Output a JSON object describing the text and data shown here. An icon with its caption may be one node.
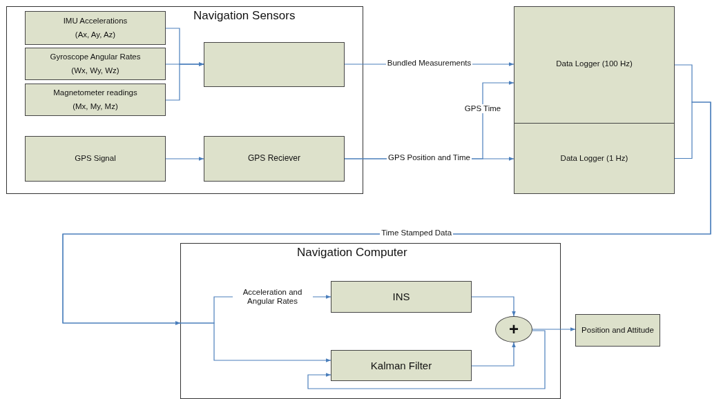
{
  "diagram": {
    "nodes": [
      {
        "text": [
          "Navigation Sensors"
        ]
      },
      {
        "text": [
          "IMU Accelerations",
          "(Ax, Ay, Az)"
        ],
        "in": 0
      },
      {
        "text": [
          "Gyroscope Angular Rates",
          "(Wx, Wy, Wz)"
        ],
        "in": 0
      },
      {
        "text": [
          "Magnetometer readings",
          "(Mx, My, Mz)"
        ],
        "in": 0
      },
      {
        "text": [],
        "shape": "box",
        "in": 0
      },
      {
        "text": [
          "GPS Signal"
        ],
        "in": 0
      },
      {
        "text": [
          "GPS Reciever"
        ],
        "in": 0
      },
      {
        "text": [
          "Data Logger (100 Hz)"
        ]
      },
      {
        "text": [
          "Data Logger (1 Hz)"
        ]
      },
      {
        "text": [
          "Navigation Computer"
        ]
      },
      {
        "text": [
          "INS"
        ],
        "in": 9
      },
      {
        "text": [
          "Kalman Filter"
        ],
        "in": 9
      },
      {
        "text": [
          "+"
        ],
        "in": 9
      },
      {
        "text": [
          "Position and Attitude"
        ]
      }
    ],
    "edges": [
      {
        "from": 1,
        "to": 4,
        "arrow": "to"
      },
      {
        "from": 2,
        "to": 4,
        "arrow": "to"
      },
      {
        "from": 3,
        "to": 4,
        "arrow": "to"
      },
      {
        "from": 5,
        "to": 6,
        "arrow": "to"
      },
      {
        "from": 4,
        "to": 7,
        "arrow": "to",
        "label": "Bundled Measurements"
      },
      {
        "from": 6,
        "to": 8,
        "arrow": "to",
        "label": "GPS Position and Time"
      },
      {
        "from": 6,
        "to": 7,
        "arrow": "to",
        "label": "GPS Time"
      },
      {
        "from": 7,
        "to": 9,
        "arrow": "to",
        "label": "Time Stamped Data"
      },
      {
        "from": 8,
        "to": 9,
        "arrow": "to"
      },
      {
        "from": 9,
        "to": 10,
        "arrow": "to",
        "label": "Acceleration and Angular Rates"
      },
      {
        "from": 9,
        "to": 11,
        "arrow": "to"
      },
      {
        "from": 10,
        "to": 12,
        "arrow": "to"
      },
      {
        "from": 11,
        "to": 12,
        "arrow": "to"
      },
      {
        "from": 12,
        "to": 13,
        "arrow": "to"
      },
      {
        "from": 12,
        "to": 11,
        "arrow": "to"
      }
    ]
  }
}
